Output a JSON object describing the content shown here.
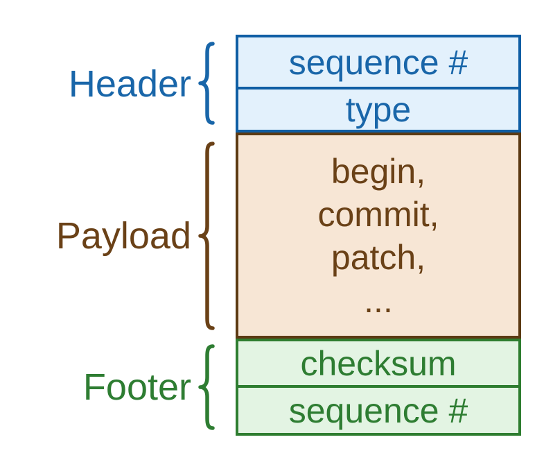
{
  "diagram": {
    "background": "#ffffff",
    "sections": [
      {
        "id": "header",
        "label": "Header",
        "fields": [
          "sequence #",
          "type"
        ],
        "colors": {
          "border": "#0f5ea4",
          "fill": "#e3f1fc",
          "text": "#1966a9"
        }
      },
      {
        "id": "payload",
        "label": "Payload",
        "fields": [
          "begin,",
          "commit,",
          "patch,",
          "..."
        ],
        "colors": {
          "border": "#5c3a13",
          "fill": "#f7e6d5",
          "text": "#6a4117"
        }
      },
      {
        "id": "footer",
        "label": "Footer",
        "fields": [
          "checksum",
          "sequence #"
        ],
        "colors": {
          "border": "#2e7d30",
          "fill": "#e3f4e3",
          "text": "#2e7d32"
        }
      }
    ]
  }
}
